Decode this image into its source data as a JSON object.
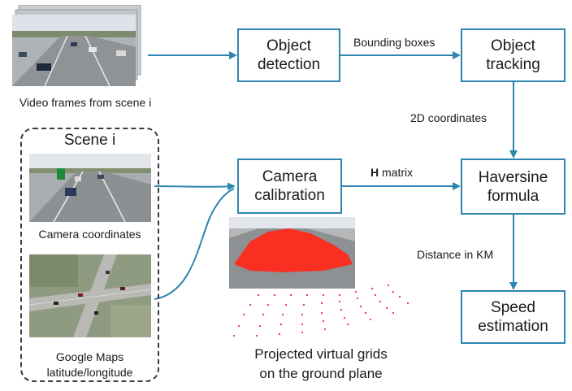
{
  "nodes": {
    "object_detection": [
      "Object",
      "detection"
    ],
    "object_tracking": [
      "Object",
      "tracking"
    ],
    "camera_calibration": [
      "Camera",
      "calibration"
    ],
    "haversine_formula": [
      "Haversine",
      "formula"
    ],
    "speed_estimation": [
      "Speed",
      "estimation"
    ]
  },
  "edges": {
    "bounding_boxes": "Bounding boxes",
    "coords_2d": "2D coordinates",
    "h_matrix_bold": "H",
    "h_matrix_rest": " matrix",
    "distance_km": "Distance in KM"
  },
  "captions": {
    "video_frames": "Video frames from scene i",
    "scene_title": "Scene i",
    "camera_coordinates": "Camera coordinates",
    "google_maps_line1": "Google Maps",
    "google_maps_line2": "latitude/longitude",
    "grids_line1": "Projected virtual grids",
    "grids_line2": "on the ground plane"
  },
  "colors": {
    "box_border": "#2e86b0",
    "arrow": "#2e86b0",
    "grid_points": "#e8302a"
  }
}
